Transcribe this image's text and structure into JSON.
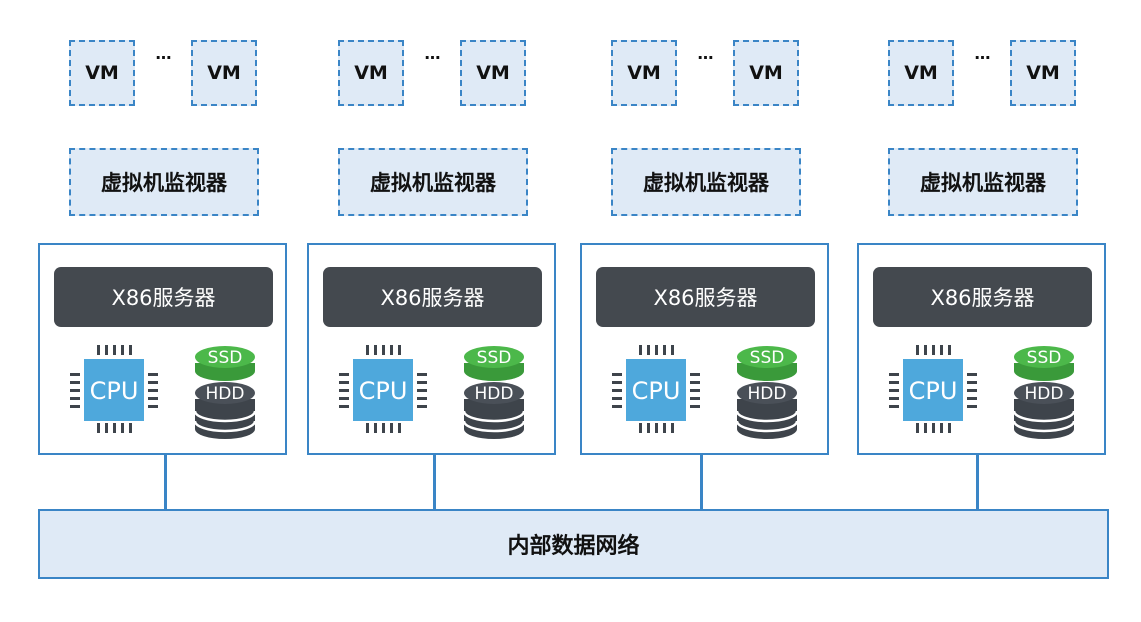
{
  "nodes": [
    {
      "vm_left": "VM",
      "vm_right": "VM",
      "ellipsis": "…",
      "hypervisor": "虚拟机监视器",
      "server": "X86服务器",
      "cpu": "CPU",
      "ssd": "SSD",
      "hdd": "HDD"
    },
    {
      "vm_left": "VM",
      "vm_right": "VM",
      "ellipsis": "…",
      "hypervisor": "虚拟机监视器",
      "server": "X86服务器",
      "cpu": "CPU",
      "ssd": "SSD",
      "hdd": "HDD"
    },
    {
      "vm_left": "VM",
      "vm_right": "VM",
      "ellipsis": "…",
      "hypervisor": "虚拟机监视器",
      "server": "X86服务器",
      "cpu": "CPU",
      "ssd": "SSD",
      "hdd": "HDD"
    },
    {
      "vm_left": "VM",
      "vm_right": "VM",
      "ellipsis": "…",
      "hypervisor": "虚拟机监视器",
      "server": "X86服务器",
      "cpu": "CPU",
      "ssd": "SSD",
      "hdd": "HDD"
    }
  ],
  "network": "内部数据网络",
  "colors": {
    "border_blue": "#3a85c6",
    "fill_light_blue": "#dfeaf6",
    "server_label_bg": "#44494f",
    "cpu_blue": "#4ea8dc",
    "ssd_green": "#4cb84a",
    "hdd_dark": "#3e444b"
  },
  "icons": [
    "cpu-chip-icon",
    "ssd-disk-icon",
    "hdd-disk-icon"
  ]
}
